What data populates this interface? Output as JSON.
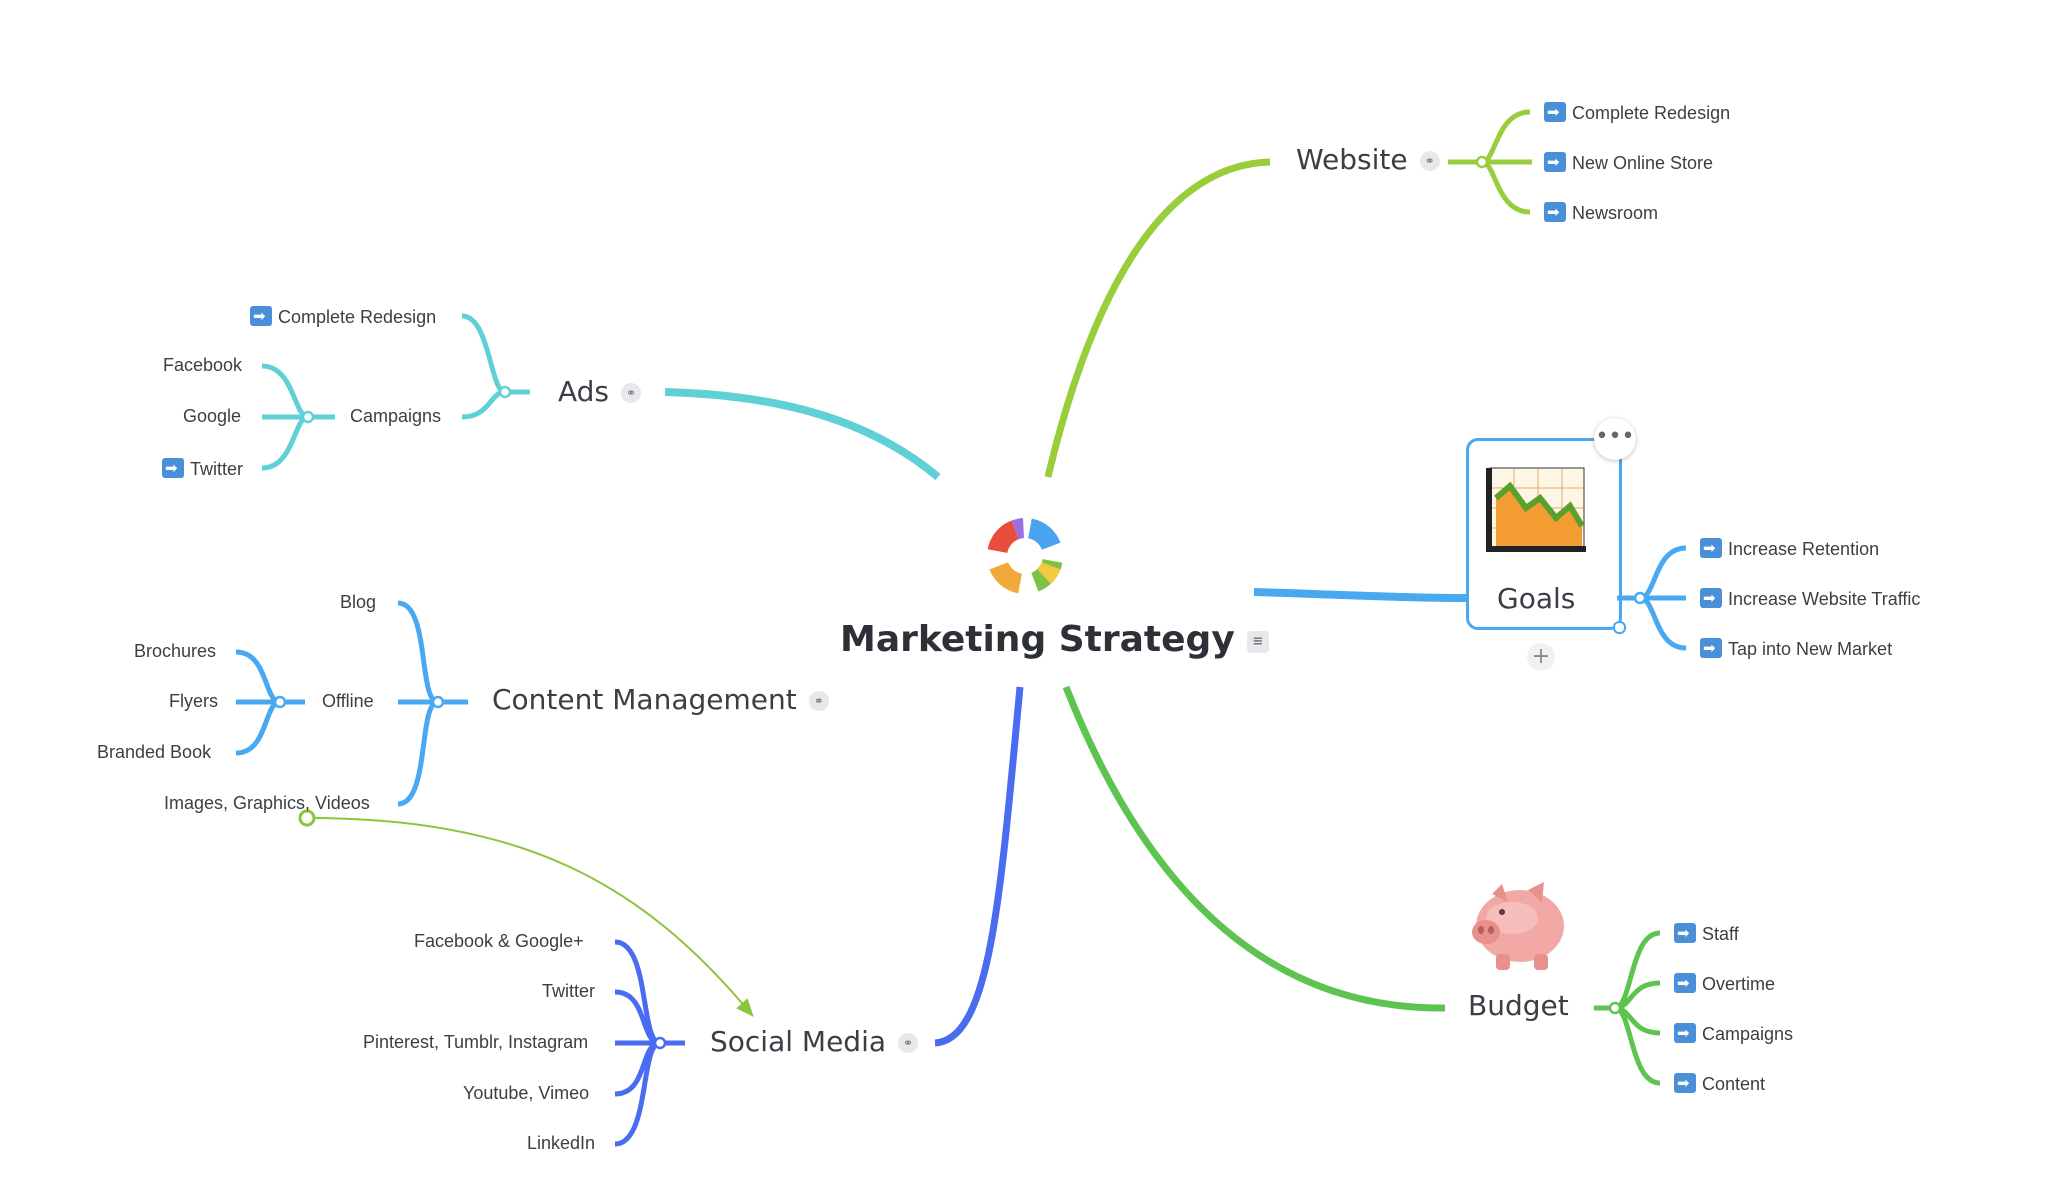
{
  "root": {
    "label": "Marketing Strategy"
  },
  "branches": {
    "website": {
      "label": "Website",
      "children": [
        "Complete Redesign",
        "New Online Store",
        "Newsroom"
      ]
    },
    "ads": {
      "label": "Ads",
      "children": [
        "Complete Redesign",
        "Campaigns"
      ],
      "campaigns": [
        "Facebook",
        "Google",
        "Twitter"
      ]
    },
    "content": {
      "label": "Content Management",
      "children": [
        "Blog",
        "Offline",
        "Images, Graphics, Videos"
      ],
      "offline": [
        "Brochures",
        "Flyers",
        "Branded Book"
      ]
    },
    "social": {
      "label": "Social Media",
      "children": [
        "Facebook & Google+",
        "Twitter",
        "Pinterest, Tumblr, Instagram",
        "Youtube, Vimeo",
        "LinkedIn"
      ]
    },
    "goals": {
      "label": "Goals",
      "children": [
        "Increase Retention",
        "Increase Website Traffic",
        "Tap into New Market"
      ]
    },
    "budget": {
      "label": "Budget",
      "children": [
        "Staff",
        "Overtime",
        "Campaigns",
        "Content"
      ]
    }
  },
  "colors": {
    "website": "#9acd3c",
    "ads": "#5fd0d6",
    "content": "#48a8f0",
    "social": "#4a6cf0",
    "goals": "#48a8f0",
    "budget": "#5cc44f",
    "task_icon": "#4a90d9"
  },
  "icons": {
    "link": "link-icon",
    "note": "note-icon",
    "task": "arrow-right-icon",
    "more": "more-dots-icon",
    "add": "plus-icon",
    "goals_image": "chart-icon",
    "budget_image": "piggy-bank-icon",
    "logo": "app-logo-icon"
  }
}
